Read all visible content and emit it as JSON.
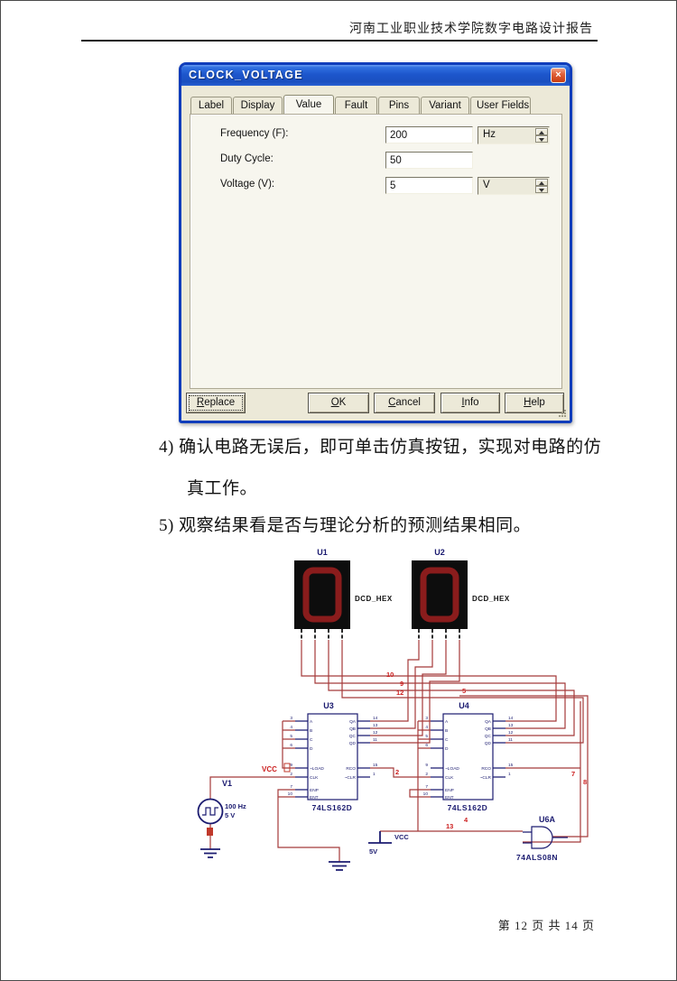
{
  "page": {
    "header_title": "河南工业职业技术学院数字电路设计报告",
    "footer_text": "第 12 页 共 14 页"
  },
  "dialog": {
    "title": "CLOCK_VOLTAGE",
    "close_icon": "×",
    "tabs": [
      {
        "label": "Label"
      },
      {
        "label": "Display"
      },
      {
        "label": "Value"
      },
      {
        "label": "Fault"
      },
      {
        "label": "Pins"
      },
      {
        "label": "Variant"
      },
      {
        "label": "User Fields"
      }
    ],
    "active_tab": "Value",
    "fields": [
      {
        "label": "Frequency (F):",
        "value": "200",
        "unit": "Hz"
      },
      {
        "label": "Duty Cycle:",
        "value": "50",
        "unit": ""
      },
      {
        "label": "Voltage (V):",
        "value": "5",
        "unit": "V"
      }
    ],
    "buttons": {
      "replace": {
        "u": "R",
        "rest": "eplace"
      },
      "ok": {
        "u": "O",
        "rest": "K"
      },
      "cancel": {
        "u": "C",
        "rest": "ancel"
      },
      "info": {
        "u": "I",
        "rest": "nfo"
      },
      "help": {
        "u": "H",
        "rest": "elp"
      }
    }
  },
  "body_text": {
    "item4_line1": "4) 确认电路无误后，即可单击仿真按钮，实现对电路的仿",
    "item4_line2": "真工作。",
    "item5": "5) 观察结果看是否与理论分析的预测结果相同。"
  },
  "schematic": {
    "displays": [
      {
        "ref": "U1",
        "part": "DCD_HEX"
      },
      {
        "ref": "U2",
        "part": "DCD_HEX"
      }
    ],
    "counters": [
      {
        "ref": "U3",
        "part": "74LS162D"
      },
      {
        "ref": "U4",
        "part": "74LS162D"
      }
    ],
    "clock_source": {
      "ref": "V1",
      "freq": "100 Hz",
      "volt": "5 V"
    },
    "gate": {
      "ref": "U6A",
      "part": "74ALS08N"
    },
    "power": {
      "vcc_port": "VCC",
      "vcc_rail": "VCC",
      "vcc_volt": "5V"
    },
    "pins": {
      "data_in": [
        "A",
        "B",
        "C",
        "D"
      ],
      "data_in_nums": [
        "3",
        "4",
        "5",
        "6"
      ],
      "ctl": [
        "~LOAD",
        "CLK",
        "ENP",
        "ENT"
      ],
      "ctl_nums": [
        "9",
        "2",
        "7",
        "10"
      ],
      "data_out": [
        "QA",
        "QB",
        "QC",
        "QD"
      ],
      "data_out_nums": [
        "14",
        "13",
        "12",
        "11"
      ],
      "misc": [
        "RCO",
        "~CLR"
      ],
      "misc_nums": [
        "15",
        "1"
      ]
    },
    "net_labels": {
      "n10": "10",
      "n9": "9",
      "n12": "12",
      "n5": "5",
      "n2": "2",
      "n13": "13",
      "n7": "7",
      "n8": "8",
      "n4": "4"
    }
  }
}
